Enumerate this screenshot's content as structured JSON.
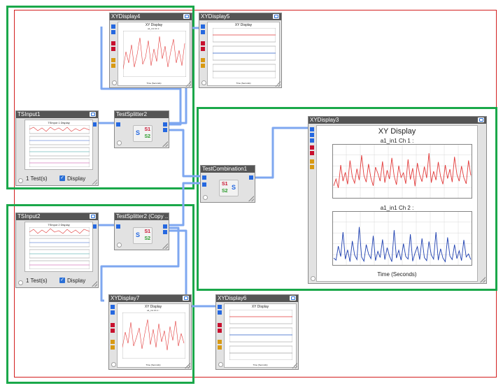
{
  "colors": {
    "accent_blue": "#2568e0",
    "port_red": "#c8102e",
    "port_orange": "#d89a14",
    "frame_red": "#d31f1f",
    "group_green": "#1aa84a",
    "wire": "#7ea7f0",
    "title_bar": "#555555"
  },
  "nodes": {
    "xy4": {
      "title": "XYDisplay4",
      "chart_title": "XY Display",
      "sub1": "a1_in1 Ch 1 :",
      "xlabel": "Time (Seconds)"
    },
    "xy5": {
      "title": "XYDisplay5",
      "chart_title": "XY Display",
      "xlabel": "Time (Seconds)"
    },
    "xy3": {
      "title": "XYDisplay3",
      "chart_title": "XY Display",
      "sub1": "a1_in1  Ch 1 :",
      "sub2": "a1_in1  Ch 2 :",
      "xlabel": "Time (Seconds)"
    },
    "xy7": {
      "title": "XYDisplay7",
      "chart_title": "XY Display",
      "sub1": "a1_in1 Ch 1 :",
      "xlabel": "Time (Seconds)"
    },
    "xy6": {
      "title": "XYDisplay6",
      "chart_title": "XY Display",
      "xlabel": "Time (Seconds)"
    },
    "tsinput1": {
      "title": "TSInput1",
      "chart_title": "TSInput 1 Display",
      "tests": "1 Test(s)",
      "display_label": "Display",
      "check": "✓"
    },
    "tsinput2": {
      "title": "TSInput2",
      "chart_title": "TSInput 2 Display",
      "tests": "1 Test(s)",
      "display_label": "Display",
      "check": "✓"
    },
    "splitter2": {
      "title": "TestSplitter2",
      "s1": "S1",
      "s2": "S2",
      "s": "S"
    },
    "splitter2copy": {
      "title": "TestSplitter2 (Copy ...",
      "s1": "S1",
      "s2": "S2",
      "s": "S"
    },
    "combination1": {
      "title": "TestCombination1",
      "s1": "S1",
      "s2": "S2",
      "s": "S"
    }
  },
  "chart_data": [
    {
      "type": "line",
      "title": "XY Display",
      "subtitle": "a1_in1  Ch 1 :",
      "xlabel": "Time (Seconds)",
      "ylim": [
        0,
        1
      ],
      "series": [
        {
          "values": [
            0.22,
            0.35,
            0.18,
            0.62,
            0.31,
            0.48,
            0.25,
            0.71,
            0.39,
            0.27,
            0.55,
            0.33,
            0.81,
            0.42,
            0.29,
            0.64,
            0.37,
            0.22,
            0.58,
            0.46,
            0.31,
            0.69,
            0.28,
            0.52,
            0.35,
            0.76,
            0.41,
            0.24,
            0.61,
            0.38,
            0.47,
            0.26,
            0.73,
            0.34,
            0.56,
            0.21,
            0.66,
            0.43,
            0.3,
            0.59,
            0.37,
            0.85,
            0.28,
            0.5,
            0.33,
            0.68,
            0.4,
            0.25,
            0.62,
            0.36,
            0.54,
            0.29,
            0.78,
            0.44,
            0.31,
            0.6,
            0.38,
            0.26,
            0.71,
            0.42
          ]
        }
      ]
    },
    {
      "type": "line",
      "subtitle": "a1_in1  Ch 2 :",
      "xlabel": "Time (Seconds)",
      "ylim": [
        0,
        1
      ],
      "series": [
        {
          "values": [
            0.12,
            0.08,
            0.35,
            0.15,
            0.62,
            0.1,
            0.28,
            0.05,
            0.45,
            0.18,
            0.09,
            0.72,
            0.14,
            0.06,
            0.38,
            0.2,
            0.11,
            0.55,
            0.07,
            0.25,
            0.13,
            0.48,
            0.09,
            0.32,
            0.16,
            0.05,
            0.66,
            0.12,
            0.27,
            0.08,
            0.4,
            0.15,
            0.1,
            0.58,
            0.06,
            0.22,
            0.34,
            0.09,
            0.5,
            0.13,
            0.07,
            0.44,
            0.18,
            0.1,
            0.62,
            0.08,
            0.3,
            0.12,
            0.05,
            0.52,
            0.16,
            0.09,
            0.38,
            0.11,
            0.26,
            0.07,
            0.47,
            0.14,
            0.2,
            0.09
          ]
        }
      ]
    }
  ]
}
